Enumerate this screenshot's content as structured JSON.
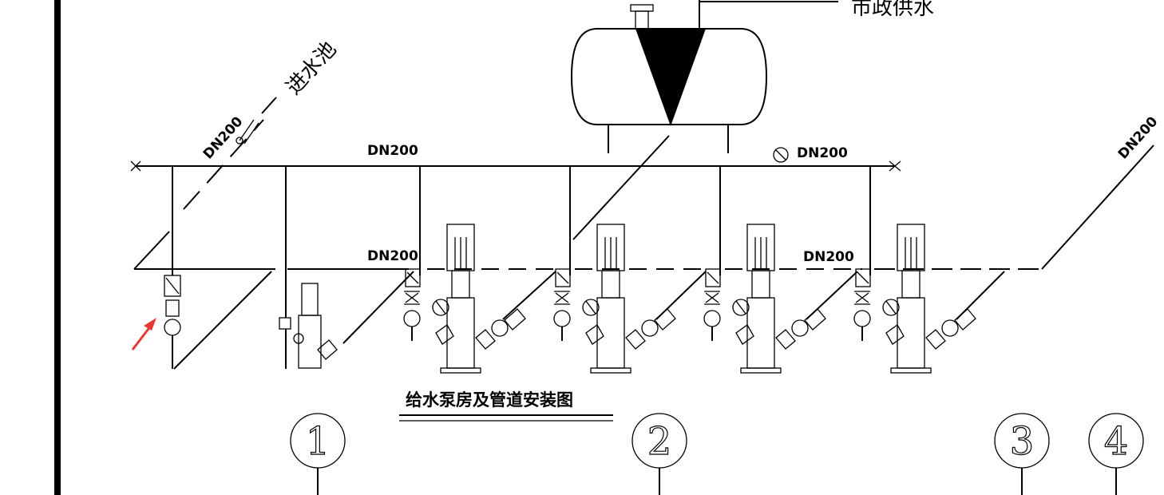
{
  "labels": {
    "main_pipe_upper": "DN200",
    "main_pipe_upper_right": "DN200",
    "main_pipe_lower": "DN200",
    "main_pipe_lower_right": "DN200",
    "inlet_pipe": "DN200",
    "right_pipe": "DN200",
    "inlet_pool": "进水池",
    "municipal_supply": "市政供水"
  },
  "title": "给水泵房及管道安装图",
  "axis_markers": [
    "1",
    "2",
    "3",
    "4"
  ],
  "annotation_arrow_color": "#e53935",
  "icons": [
    "valve-icon",
    "pressure-gauge-icon",
    "check-valve-icon",
    "vertical-pump-icon",
    "pressure-tank-icon",
    "annotation-arrow-icon"
  ]
}
